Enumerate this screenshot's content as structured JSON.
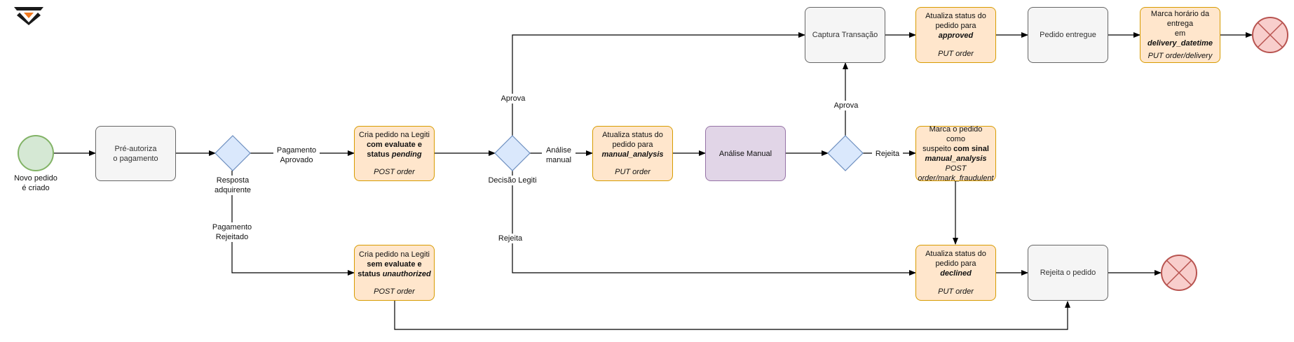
{
  "start": {
    "label_line1": "Novo pedido",
    "label_line2": "é criado"
  },
  "nodes": {
    "preauth": {
      "line1": "Pré-autoriza",
      "line2": "o pagamento"
    },
    "create_pending": {
      "line1": "Cria pedido na Legiti",
      "line2": "com evaluate e",
      "line3a": "status ",
      "line3b": "pending",
      "line4": "POST order"
    },
    "create_unauth": {
      "line1": "Cria pedido na Legiti",
      "line2": "sem evaluate e",
      "line3a": "status ",
      "line3b": "unauthorized",
      "line4": "POST order"
    },
    "status_manual": {
      "line1": "Atualiza status do",
      "line2": "pedido para",
      "line3": "manual_analysis",
      "line4": "PUT order"
    },
    "manual_analysis": {
      "line1": "Análise Manual"
    },
    "capture": {
      "line1": "Captura Transação"
    },
    "status_approved": {
      "line1": "Atualiza status do",
      "line2a": "pedido para ",
      "line2b": "approved",
      "line3": "PUT order"
    },
    "delivered": {
      "line1": "Pedido entregue"
    },
    "delivery_time": {
      "line1": "Marca horário da",
      "line2": "entrega",
      "line3a": "em ",
      "line3b": "delivery_datetime",
      "line4": "PUT order/delivery"
    },
    "mark_fraud": {
      "line1": "Marca o pedido como",
      "line2a": "suspeito ",
      "line2b": "com sinal",
      "line3": "manual_analysis",
      "line4": "POST",
      "line5": "order/mark_fraudulent"
    },
    "status_declined": {
      "line1": "Atualiza status do",
      "line2a": "pedido para ",
      "line2b": "declined",
      "line3": "PUT order"
    },
    "reject_order": {
      "line1": "Rejeita o pedido"
    }
  },
  "edge_labels": {
    "gw1": {
      "line1": "Resposta",
      "line2": "adquirente"
    },
    "pay_approved": {
      "line1": "Pagamento",
      "line2": "Aprovado"
    },
    "pay_rejected": {
      "line1": "Pagamento",
      "line2": "Rejeitado"
    },
    "approve1": "Aprova",
    "legiti_decision": "Decisão Legiti",
    "manual": {
      "line1": "Análise",
      "line2": "manual"
    },
    "reject1": "Rejeita",
    "approve2": "Aprova",
    "reject2": "Rejeita"
  },
  "colors": {
    "start_fill": "#d5e8d4",
    "start_stroke": "#82b366",
    "gateway_fill": "#dae8fc",
    "gateway_stroke": "#6c8ebf",
    "end_fill": "#f8cecc",
    "end_stroke": "#b85450",
    "edge": "#000000",
    "logo_dark": "#1a1a1a",
    "logo_accent": "#f37a1f"
  }
}
